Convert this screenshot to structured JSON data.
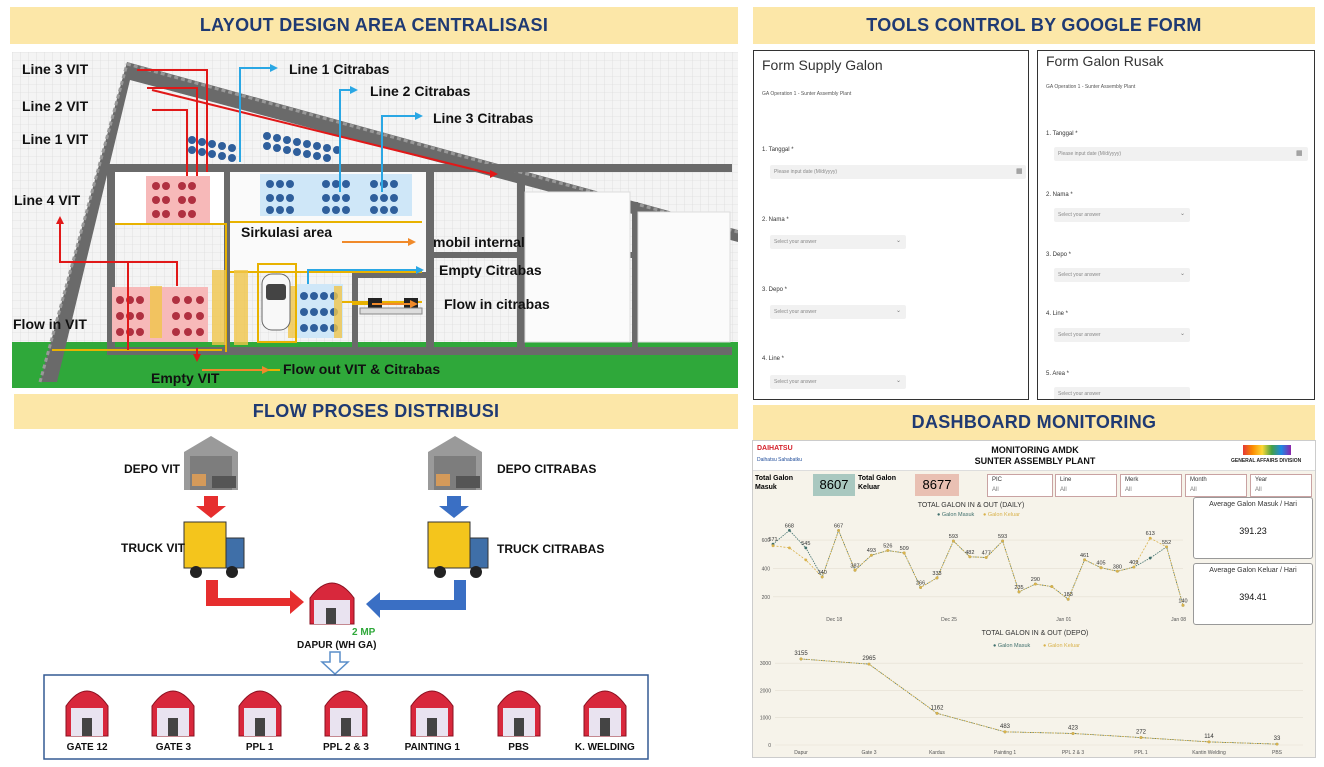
{
  "sections": {
    "layout": "LAYOUT DESIGN AREA CENTRALISASI",
    "tools": "TOOLS CONTROL BY GOOGLE FORM",
    "flow": "FLOW PROSES DISTRIBUSI",
    "dashboard": "DASHBOARD MONITORING"
  },
  "layout_labels": {
    "line3_vit": "Line 3 VIT",
    "line2_vit": "Line 2 VIT",
    "line1_vit": "Line 1 VIT",
    "line4_vit": "Line 4 VIT",
    "flow_in_vit": "Flow in VIT",
    "empty_vit": "Empty  VIT",
    "line1_citrabas": "Line 1 Citrabas",
    "line2_citrabas": "Line 2 Citrabas",
    "line3_citrabas": "Line 3 Citrabas",
    "sirkulasi": "Sirkulasi area",
    "mobil_internal": "mobil internal",
    "empty_citrabas": "Empty Citrabas",
    "flow_in_citrabas": "Flow in citrabas",
    "flow_out": "Flow out VIT & Citrabas"
  },
  "form_supply": {
    "title": "Form Supply Galon",
    "subtitle": "GA Operation 1 - Sunter Assembly Plant",
    "q1": "1. Tanggal *",
    "q1_placeholder": "Please input date (M/d/yyyy)",
    "q2": "2. Nama *",
    "q3": "3. Depo *",
    "q4": "4. Line *",
    "select_placeholder": "Select your answer"
  },
  "form_rusak": {
    "title": "Form Galon Rusak",
    "subtitle": "GA Operation 1 - Sunter Assembly Plant",
    "q1": "1. Tanggal *",
    "q1_placeholder": "Please input date (M/d/yyyy)",
    "q2": "2. Nama *",
    "q3": "3. Depo *",
    "q4": "4. Line *",
    "q5": "5. Area *",
    "select_placeholder": "Select your answer"
  },
  "flow": {
    "depo_vit": "DEPO VIT",
    "depo_citrabas": "DEPO CITRABAS",
    "truck_vit": "TRUCK VIT",
    "truck_citrabas": "TRUCK CITRABAS",
    "dapur": "DAPUR (WH GA)",
    "mp": "2 MP",
    "destinations": [
      "GATE 12",
      "GATE 3",
      "PPL 1",
      "PPL 2 & 3",
      "PAINTING 1",
      "PBS",
      "K. WELDING"
    ]
  },
  "dashboard": {
    "brand": "DAIHATSU",
    "brand_sub": "Daihatsu Sahabatku",
    "title_line1": "MONITORING AMDK",
    "title_line2": "SUNTER ASSEMBLY PLANT",
    "division": "GENERAL AFFAIRS DIVISION",
    "total_masuk_label": "Total Galon Masuk",
    "total_masuk": "8607",
    "total_keluar_label": "Total Galon Keluar",
    "total_keluar": "8677",
    "filters": [
      {
        "label": "PIC",
        "value": "All"
      },
      {
        "label": "Line",
        "value": "All"
      },
      {
        "label": "Merk",
        "value": "All"
      },
      {
        "label": "Month",
        "value": "All"
      },
      {
        "label": "Year",
        "value": "All"
      }
    ],
    "avg_masuk_label": "Average Galon Masuk / Hari",
    "avg_masuk": "391.23",
    "avg_keluar_label": "Average Galon Keluar / Hari",
    "avg_keluar": "394.41",
    "masuk_color": "#3f6f6c",
    "keluar_color": "#d9b24c"
  },
  "chart_data": [
    {
      "type": "line",
      "title": "TOTAL GALON IN & OUT (DAILY)",
      "legend": [
        "Galon Masuk",
        "Galon Keluar"
      ],
      "x_ticks": [
        "Dec 18",
        "Dec 25",
        "Jan 01",
        "Jan 08"
      ],
      "y_ticks": [
        200,
        400,
        600
      ],
      "ylim": [
        100,
        720
      ],
      "series": [
        {
          "name": "Galon Masuk",
          "values": [
            571,
            668,
            545,
            340,
            667,
            387,
            493,
            526,
            509,
            266,
            333,
            593,
            482,
            477,
            593,
            235,
            290,
            272,
            183,
            461,
            405,
            380,
            409,
            473,
            552,
            140
          ]
        },
        {
          "name": "Galon Keluar",
          "values": [
            560,
            545,
            460,
            340,
            667,
            387,
            493,
            526,
            509,
            266,
            333,
            593,
            482,
            477,
            593,
            235,
            290,
            272,
            183,
            461,
            405,
            380,
            409,
            613,
            552,
            140
          ]
        }
      ],
      "data_labels": [
        {
          "i": 0,
          "v": 571
        },
        {
          "i": 1,
          "v": 668
        },
        {
          "i": 2,
          "v": 545
        },
        {
          "i": 3,
          "v": 340
        },
        {
          "i": 4,
          "v": 667
        },
        {
          "i": 5,
          "v": 387
        },
        {
          "i": 6,
          "v": 493
        },
        {
          "i": 7,
          "v": 526
        },
        {
          "i": 8,
          "v": 509
        },
        {
          "i": 9,
          "v": 266
        },
        {
          "i": 10,
          "v": 333
        },
        {
          "i": 11,
          "v": 593
        },
        {
          "i": 12,
          "v": 482
        },
        {
          "i": 13,
          "v": 477
        },
        {
          "i": 14,
          "v": 593
        },
        {
          "i": 15,
          "v": 235
        },
        {
          "i": 16,
          "v": 290
        },
        {
          "i": 18,
          "v": 183
        },
        {
          "i": 19,
          "v": 461
        },
        {
          "i": 20,
          "v": 405
        },
        {
          "i": 21,
          "v": 380
        },
        {
          "i": 22,
          "v": 409
        },
        {
          "i": 23,
          "v": 613
        },
        {
          "i": 24,
          "v": 552
        },
        {
          "i": 25,
          "v": 140
        }
      ]
    },
    {
      "type": "line",
      "title": "TOTAL GALON IN & OUT (DEPO)",
      "legend": [
        "Galon Masuk",
        "Galon Keluar"
      ],
      "categories": [
        "Dapur",
        "Gate 3",
        "Kardus",
        "Painting 1",
        "PPL 2 & 3",
        "PPL 1",
        "Kantin Welding",
        "PBS"
      ],
      "y_ticks": [
        0,
        1000,
        2000,
        3000
      ],
      "ylim": [
        0,
        3300
      ],
      "series": [
        {
          "name": "Galon Masuk",
          "values": [
            3155,
            2965,
            1162,
            483,
            423,
            272,
            114,
            33
          ]
        },
        {
          "name": "Galon Keluar",
          "values": [
            3155,
            2965,
            1162,
            483,
            423,
            272,
            114,
            33
          ]
        }
      ]
    }
  ]
}
